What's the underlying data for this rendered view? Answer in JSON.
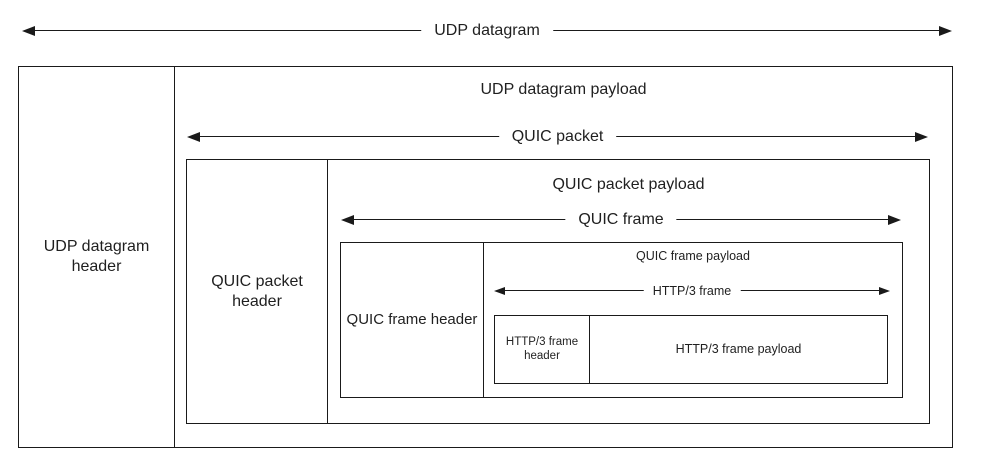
{
  "diagram": {
    "type": "protocol-encapsulation",
    "colors": {
      "line": "#1a1a1a",
      "text": "#1f1f1f",
      "background": "#ffffff"
    },
    "udp_datagram": {
      "label": "UDP datagram",
      "header": "UDP datagram header",
      "payload": {
        "label": "UDP datagram payload",
        "quic_packet": {
          "label": "QUIC packet",
          "header": "QUIC packet header",
          "payload": {
            "label": "QUIC packet payload",
            "quic_frame": {
              "label": "QUIC frame",
              "header": "QUIC frame header",
              "payload": {
                "label": "QUIC frame payload",
                "http3_frame": {
                  "label": "HTTP/3 frame",
                  "header": "HTTP/3 frame header",
                  "payload": "HTTP/3 frame payload"
                }
              }
            }
          }
        }
      }
    }
  }
}
